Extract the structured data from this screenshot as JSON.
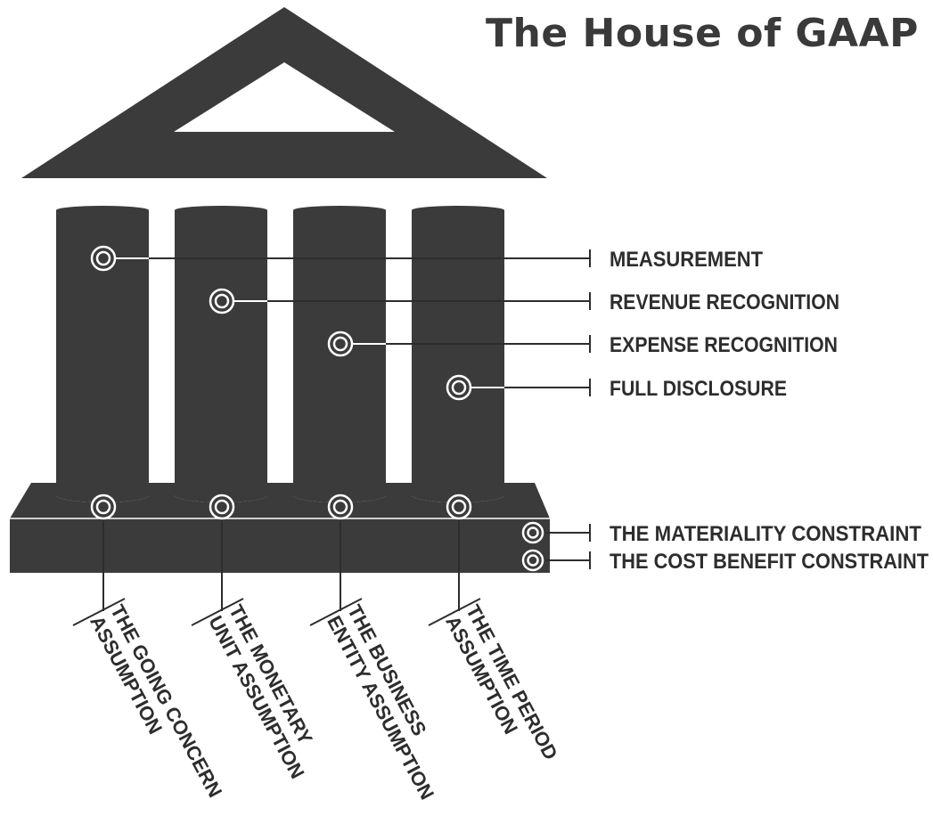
{
  "title": "The House of GAAP",
  "colors": {
    "structure": "#3b3b3b",
    "lines": "#2d2d2d",
    "background": "#ffffff"
  },
  "principles": [
    {
      "label": "MEASUREMENT"
    },
    {
      "label": "REVENUE RECOGNITION"
    },
    {
      "label": "EXPENSE RECOGNITION"
    },
    {
      "label": "FULL DISCLOSURE"
    }
  ],
  "constraints": [
    {
      "label": "THE MATERIALITY CONSTRAINT"
    },
    {
      "label": "THE COST BENEFIT CONSTRAINT"
    }
  ],
  "assumptions": [
    {
      "line1": "THE GOING CONCERN",
      "line2": "ASSUMPTION"
    },
    {
      "line1": "THE MONETARY",
      "line2": "UNIT ASSUMPTION"
    },
    {
      "line1": "THE BUSINESS",
      "line2": "ENTITY ASSUMPTION"
    },
    {
      "line1": "THE TIME PERIOD",
      "line2": "ASSUMPTION"
    }
  ]
}
